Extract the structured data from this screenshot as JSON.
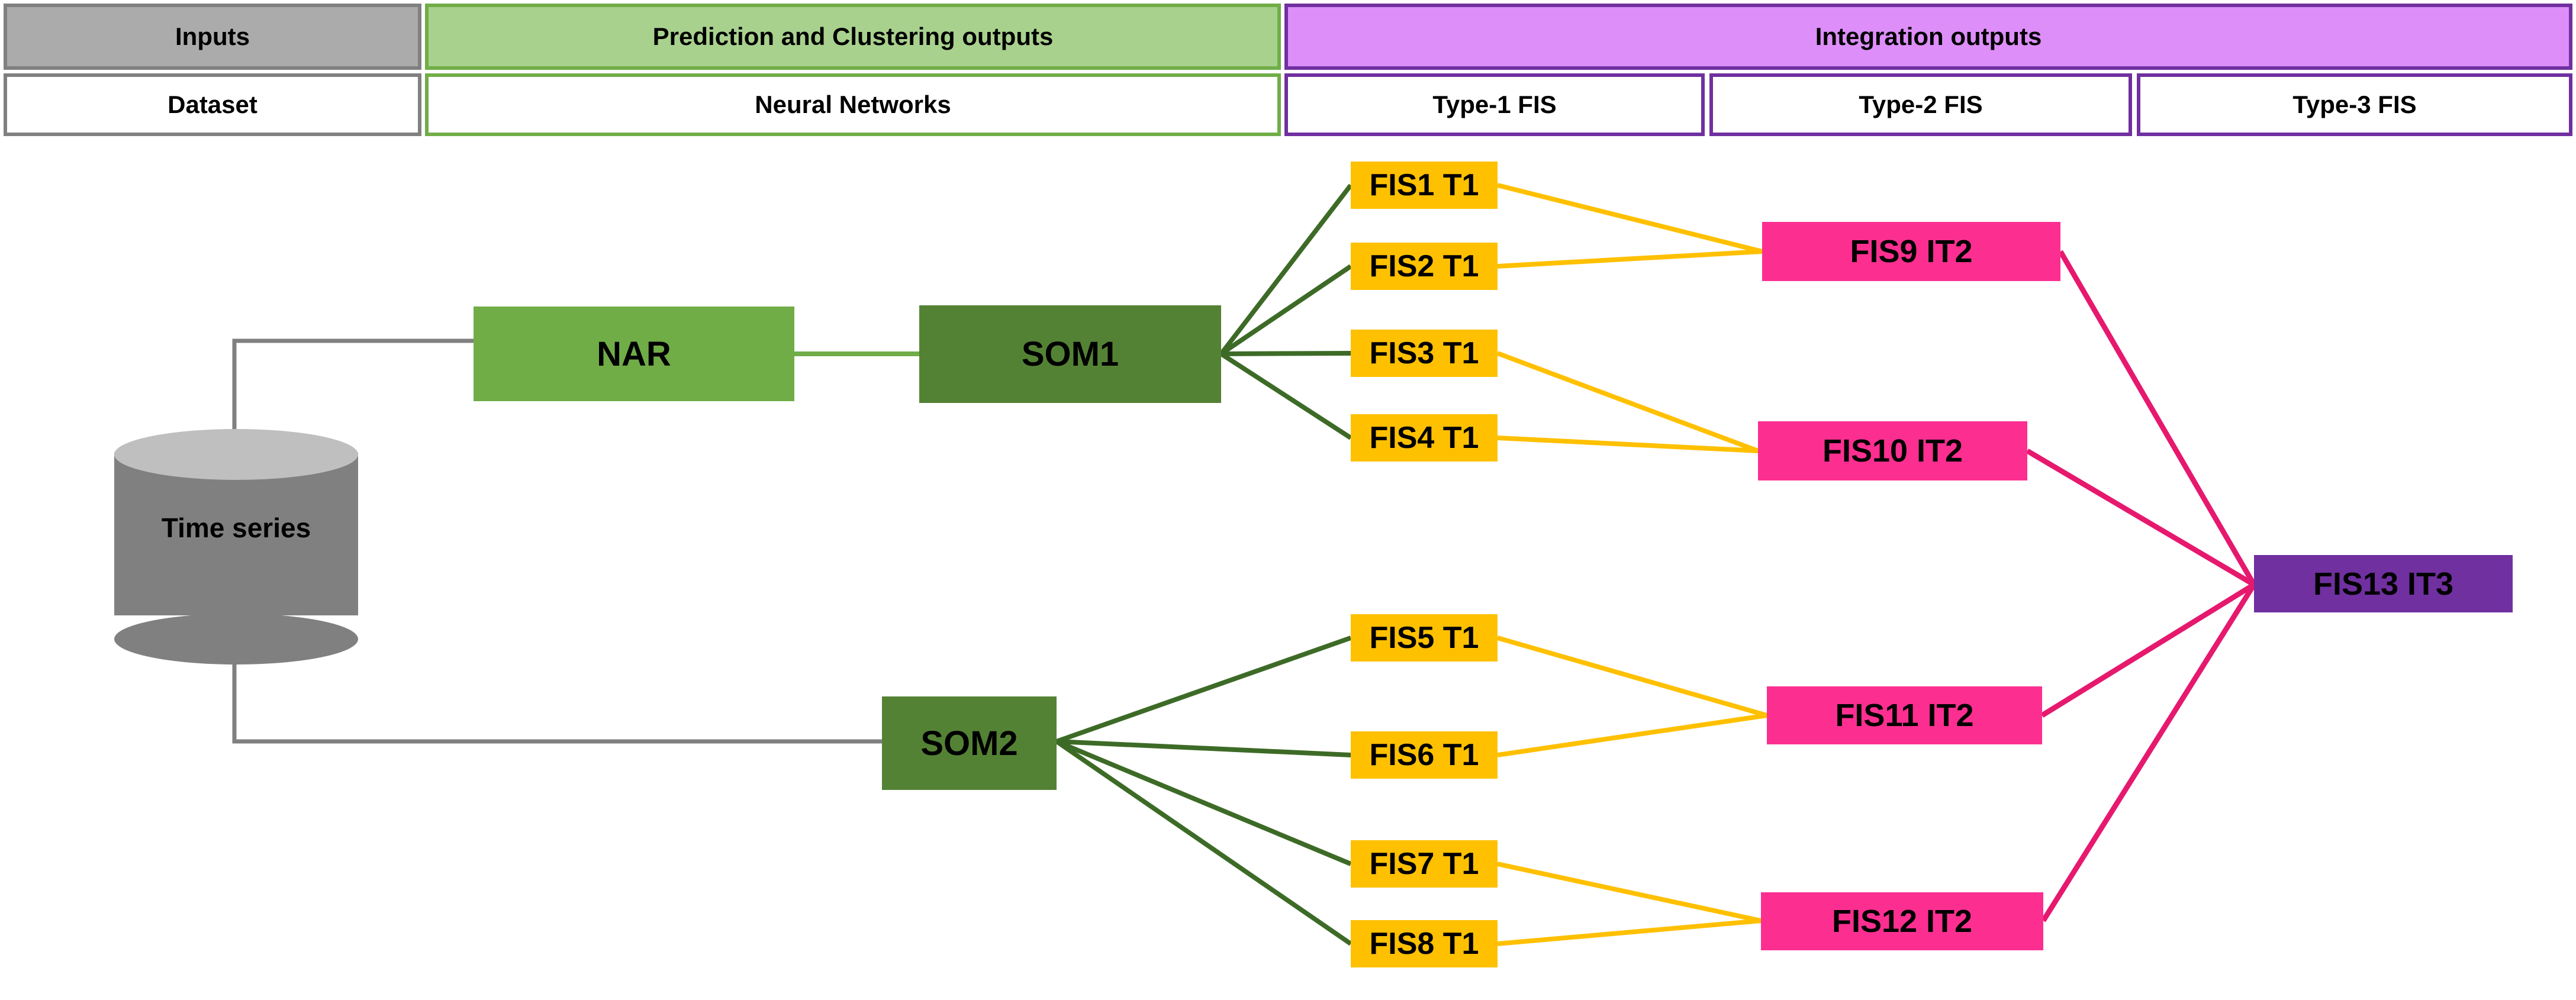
{
  "header": {
    "bands": [
      {
        "id": "inputs",
        "label": "Inputs",
        "color": "#ababab",
        "border": "#808080"
      },
      {
        "id": "prediction-clustering",
        "label": "Prediction and Clustering outputs",
        "color": "#a9d18e",
        "border": "#70ad47"
      },
      {
        "id": "integration",
        "label": "Integration outputs",
        "color": "#dd8ef9",
        "border": "#7030a0"
      }
    ],
    "subheaders": [
      {
        "id": "dataset",
        "label": "Dataset"
      },
      {
        "id": "neural-networks",
        "label": "Neural Networks"
      },
      {
        "id": "type-1-fis",
        "label": "Type-1 FIS"
      },
      {
        "id": "type-2-fis",
        "label": "Type-2 FIS"
      },
      {
        "id": "type-3-fis",
        "label": "Type-3 FIS"
      }
    ]
  },
  "diagram": {
    "dataset": {
      "label": "Time series",
      "color": "#808080",
      "top_color": "#bfbfbf"
    },
    "neural_networks": [
      {
        "id": "nar",
        "label": "NAR",
        "color": "#70ad47"
      },
      {
        "id": "som1",
        "label": "SOM1",
        "color": "#548235"
      },
      {
        "id": "som2",
        "label": "SOM2",
        "color": "#548235"
      }
    ],
    "type1_fis": [
      {
        "id": "fis1",
        "label": "FIS1 T1"
      },
      {
        "id": "fis2",
        "label": "FIS2 T1"
      },
      {
        "id": "fis3",
        "label": "FIS3 T1"
      },
      {
        "id": "fis4",
        "label": "FIS4 T1"
      },
      {
        "id": "fis5",
        "label": "FIS5 T1"
      },
      {
        "id": "fis6",
        "label": "FIS6 T1"
      },
      {
        "id": "fis7",
        "label": "FIS7 T1"
      },
      {
        "id": "fis8",
        "label": "FIS8 T1"
      }
    ],
    "type2_fis": [
      {
        "id": "fis9",
        "label": "FIS9 IT2"
      },
      {
        "id": "fis10",
        "label": "FIS10 IT2"
      },
      {
        "id": "fis11",
        "label": "FIS11 IT2"
      },
      {
        "id": "fis12",
        "label": "FIS12 IT2"
      }
    ],
    "type3_fis": [
      {
        "id": "fis13",
        "label": "FIS13 IT3"
      }
    ],
    "colors": {
      "t1_fill": "#ffc000",
      "it2_fill": "#fc2f91",
      "it3_fill": "#7030a0",
      "nar_fill": "#70ad47",
      "som_fill": "#548235",
      "dataset_fill": "#808080",
      "link_gray": "#808080",
      "link_light_green": "#70ad47",
      "link_dark_green": "#3d6b27",
      "link_yellow": "#ffc000",
      "link_pink": "#e6196e"
    }
  }
}
